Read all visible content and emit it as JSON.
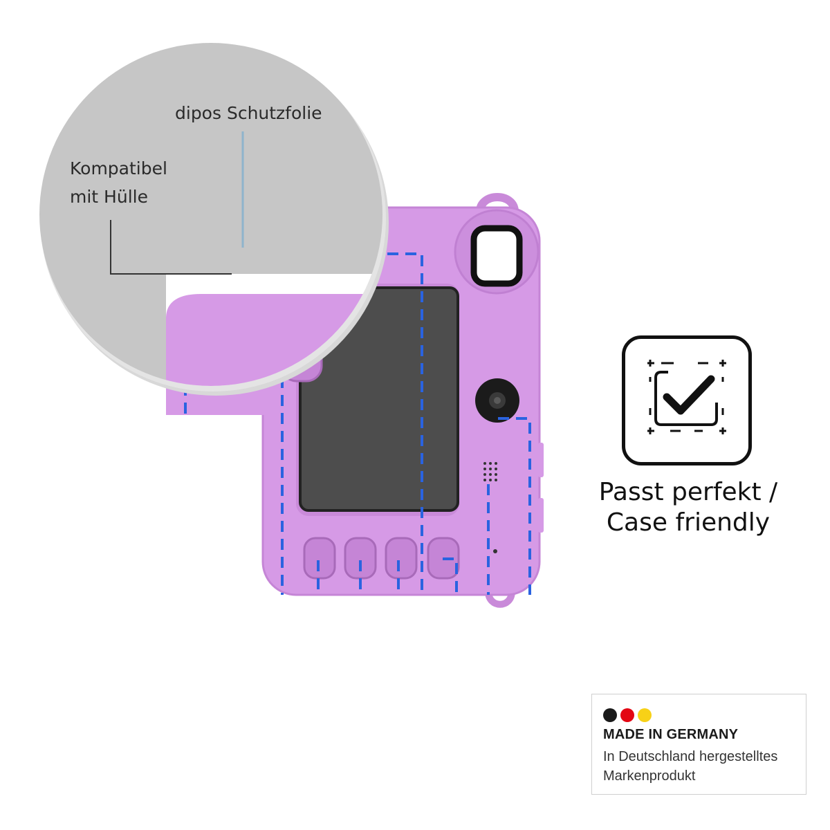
{
  "callouts": {
    "screen_protector": "dipos Schutzfolie",
    "compatible_line1": "Kompatibel",
    "compatible_line2": "mit Hülle"
  },
  "badge": {
    "line1": "Passt perfekt /",
    "line2": "Case friendly",
    "icon": "checkmark-frame-icon"
  },
  "made_in_germany": {
    "title": "MADE IN GERMANY",
    "line1": "In Deutschland hergestelltes",
    "line2": "Markenprodukt",
    "flag_colors": [
      "#1a1a1a",
      "#e30613",
      "#f7d117"
    ]
  },
  "colors": {
    "camera_body": "#d69ae6",
    "camera_shadow": "#b57cc6",
    "zoom_circle": "#c6c6c6",
    "dash_line": "#2a63e0",
    "callout_line": "#8fb4cc"
  }
}
